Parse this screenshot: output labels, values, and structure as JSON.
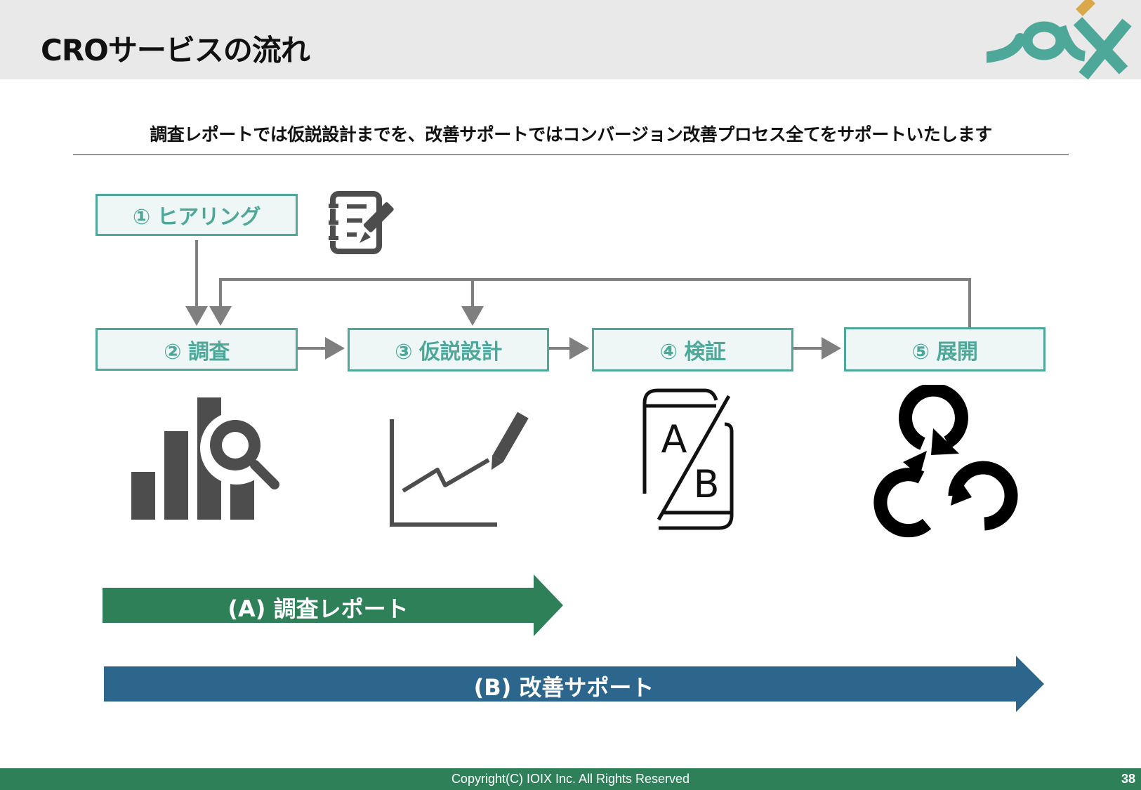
{
  "header": {
    "title": "CROサービスの流れ"
  },
  "subtitle": "調査レポートでは仮説設計までを、改善サポートではコンバージョン改善プロセス全てをサポートいたします",
  "steps": [
    {
      "label": "① ヒアリング"
    },
    {
      "label": "② 調査"
    },
    {
      "label": "③ 仮説設計"
    },
    {
      "label": "④ 検証"
    },
    {
      "label": "⑤ 展開"
    }
  ],
  "ab_icon": {
    "a": "A",
    "b": "B"
  },
  "bands": {
    "a": {
      "label": "(A) 調査レポート",
      "color": "#2e8058"
    },
    "b": {
      "label": "(B) 改善サポート",
      "color": "#2d668c"
    }
  },
  "colors": {
    "accent": "#4ea89a",
    "footer": "#2e8058",
    "icon": "#4d4d4d"
  },
  "footer": {
    "copyright": "Copyright(C) IOIX Inc. All Rights Reserved",
    "page": "38"
  }
}
